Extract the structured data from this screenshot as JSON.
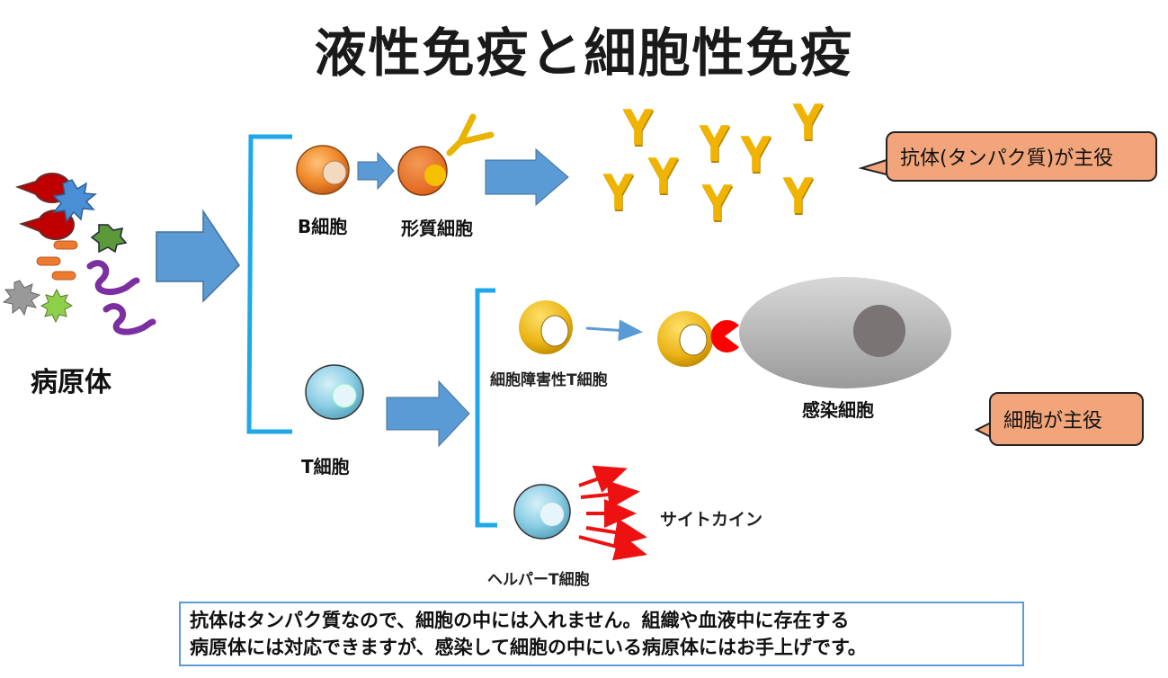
{
  "title": "液性免疫と細胞性免疫",
  "pathogens": {
    "label": "病原体"
  },
  "humoral": {
    "b_cell_label": "B細胞",
    "plasma_cell_label": "形質細胞",
    "antibody_glyph": "Y",
    "antibody_count": 9,
    "callout": "抗体(タンパク質)が主役"
  },
  "cellular": {
    "t_cell_label": "T細胞",
    "cytotoxic_label": "細胞障害性T細胞",
    "infected_label": "感染細胞",
    "helper_label": "ヘルパーT細胞",
    "cytokine_label": "サイトカイン",
    "callout": "細胞が主役"
  },
  "note": {
    "line1": "抗体はタンパク質なので、細胞の中には入れません。組織や血液中に存在する",
    "line2": "病原体には対応できますが、感染して細胞の中にいる病原体にはお手上げです。"
  },
  "colors": {
    "arrow_blue": "#5b9bd5",
    "bracket_blue": "#1fa8e8",
    "antibody_yellow": "#f0b400",
    "callout_fill": "#f2a57a",
    "cytokine_red": "#ee1111"
  }
}
